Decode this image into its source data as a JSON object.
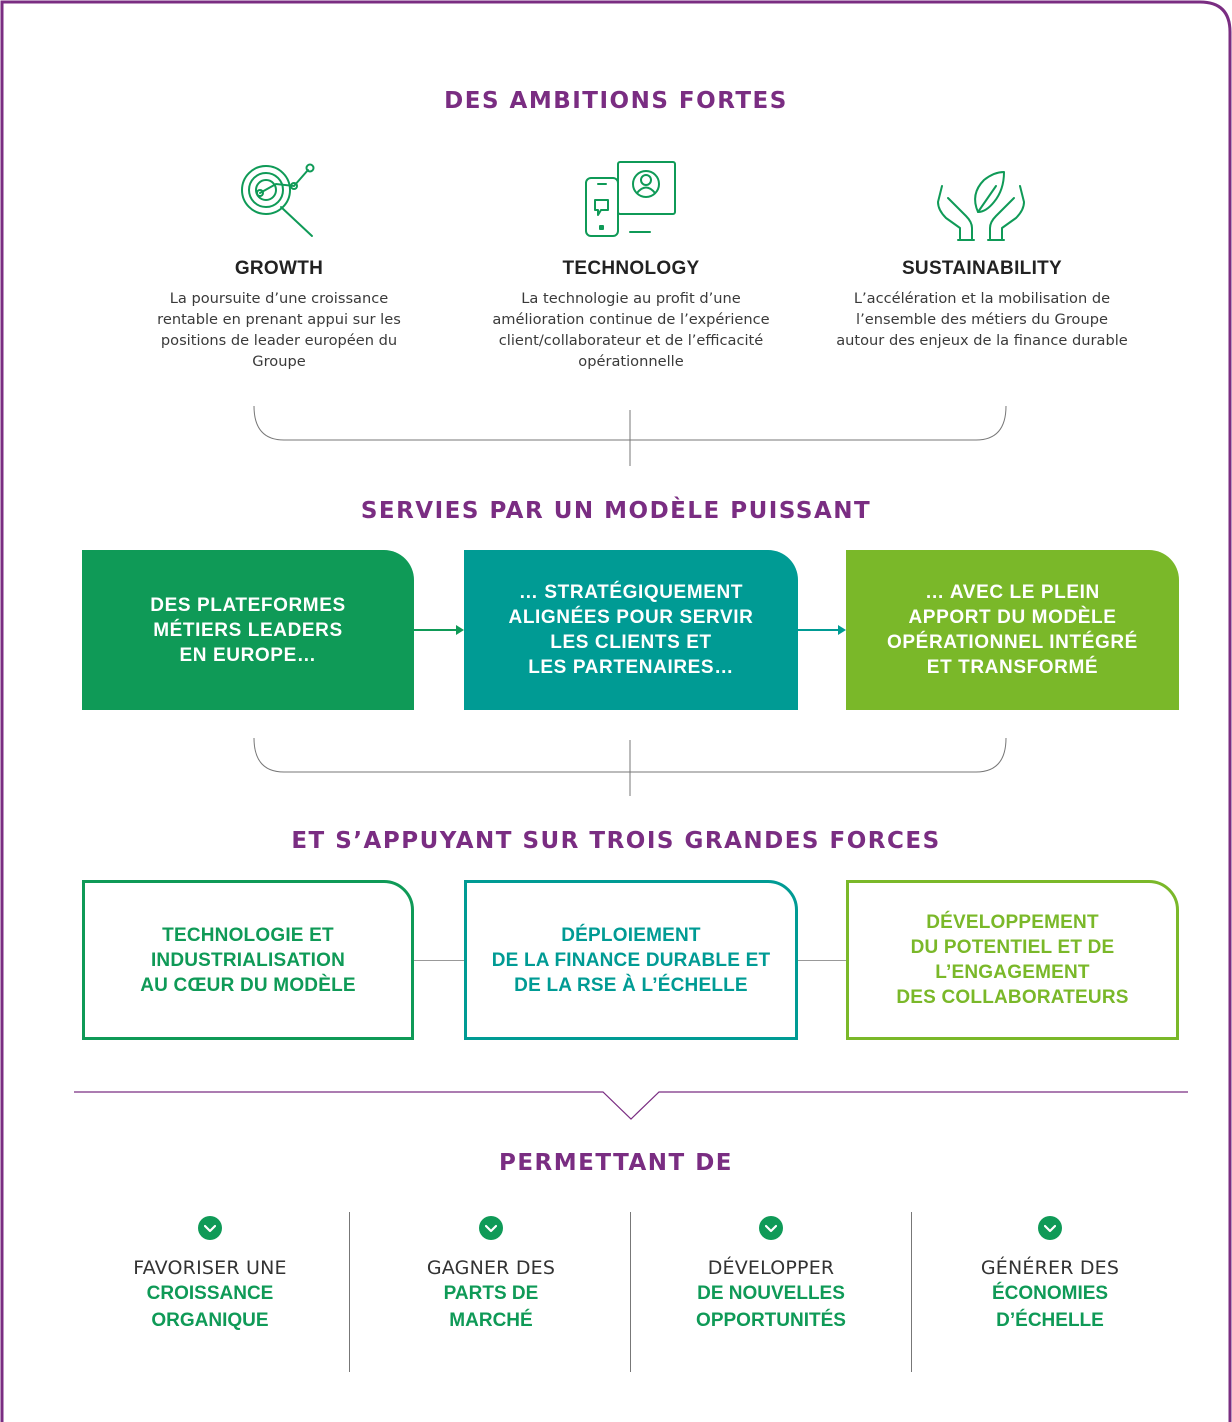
{
  "colors": {
    "purple": "#7a2d82",
    "green_dark": "#0f9a57",
    "teal": "#009b94",
    "green_light": "#7ab829"
  },
  "ambitions": {
    "title": "DES AMBITIONS FORTES",
    "pillars": [
      {
        "icon": "growth-target-icon",
        "title": "GROWTH",
        "description": "La poursuite d’une croissance rentable en prenant appui sur les positions de leader européen du Groupe"
      },
      {
        "icon": "technology-device-icon",
        "title": "TECHNOLOGY",
        "description": "La technologie au profit d’une amélioration continue de l’expérience client/collaborateur et de l’efficacité opérationnelle"
      },
      {
        "icon": "sustainability-hands-leaf-icon",
        "title": "SUSTAINABILITY",
        "description": "L’accélération et la mobilisation de l’ensemble des métiers du Groupe autour des enjeux de la finance durable"
      }
    ]
  },
  "model": {
    "title": "SERVIES PAR UN MODÈLE PUISSANT",
    "boxes": [
      {
        "text": "DES PLATEFORMES\nMÉTIERS LEADERS\nEN EUROPE…"
      },
      {
        "text": "… STRATÉGIQUEMENT\nALIGNÉES POUR SERVIR\nLES CLIENTS ET\nLES PARTENAIRES…"
      },
      {
        "text": "… AVEC LE PLEIN\nAPPORT DU MODÈLE\nOPÉRATIONNEL INTÉGRÉ\nET TRANSFORMÉ"
      }
    ]
  },
  "forces": {
    "title": "ET S’APPUYANT SUR TROIS GRANDES FORCES",
    "boxes": [
      {
        "text": "TECHNOLOGIE ET\nINDUSTRIALISATION\nAU CŒUR DU MODÈLE"
      },
      {
        "text": "DÉPLOIEMENT\nDE LA FINANCE DURABLE ET\nDE LA RSE À L’ÉCHELLE"
      },
      {
        "text": "DÉVELOPPEMENT\nDU POTENTIEL ET DE\nL’ENGAGEMENT\nDES COLLABORATEURS"
      }
    ]
  },
  "outcomes": {
    "title": "PERMETTANT DE",
    "items": [
      {
        "plain": "FAVORISER UNE",
        "bold": "CROISSANCE\nORGANIQUE"
      },
      {
        "plain": "GAGNER DES",
        "bold": "PARTS DE\nMARCHÉ"
      },
      {
        "plain": "DÉVELOPPER",
        "bold": "DE NOUVELLES\nOPPORTUNITÉS"
      },
      {
        "plain": "GÉNÉRER DES",
        "bold": "ÉCONOMIES\nD’ÉCHELLE"
      }
    ]
  }
}
